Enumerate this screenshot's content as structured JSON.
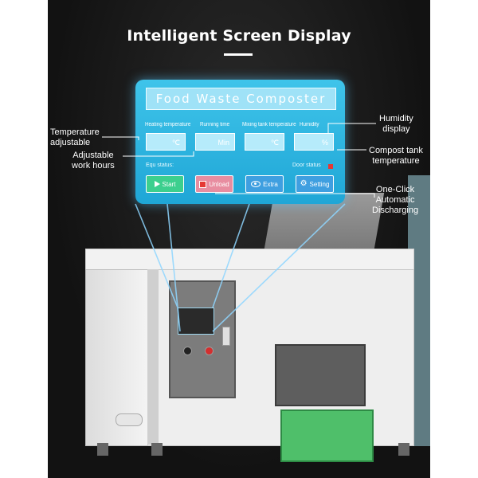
{
  "heading": "Intelligent Screen Display",
  "screen": {
    "title": "Food Waste Composter",
    "fields": [
      {
        "label": "Heating temperature",
        "unit": "℃"
      },
      {
        "label": "Running time",
        "unit": "Min"
      },
      {
        "label": "Mixing tank temperature",
        "unit": "℃"
      },
      {
        "label": "Humidity",
        "unit": "%"
      }
    ],
    "equ_status": "Equ status:",
    "door_status": "Door status",
    "buttons": {
      "start": "Start",
      "unload": "Unload",
      "extra": "Extra",
      "setting": "Setting"
    }
  },
  "callouts": {
    "temperature_adjustable": "Temperature\nadjustable",
    "adjustable_work_hours": "Adjustable\nwork hours",
    "humidity_display": "Humidity\ndisplay",
    "compost_tank_temperature": "Compost tank\ntemperature",
    "one_click_discharging": "One-Click\nAutomatic\nDischarging"
  },
  "colors": {
    "panel": "#1fa6d6",
    "start_button": "#3ccf8e",
    "unload_button": "#e88da0",
    "info_buttons": "#3f9fe0",
    "door_indicator": "#e53935",
    "bin": "#4fbf6a"
  },
  "icons": [
    "play-icon",
    "stop-icon",
    "eye-icon",
    "gear-icon"
  ]
}
